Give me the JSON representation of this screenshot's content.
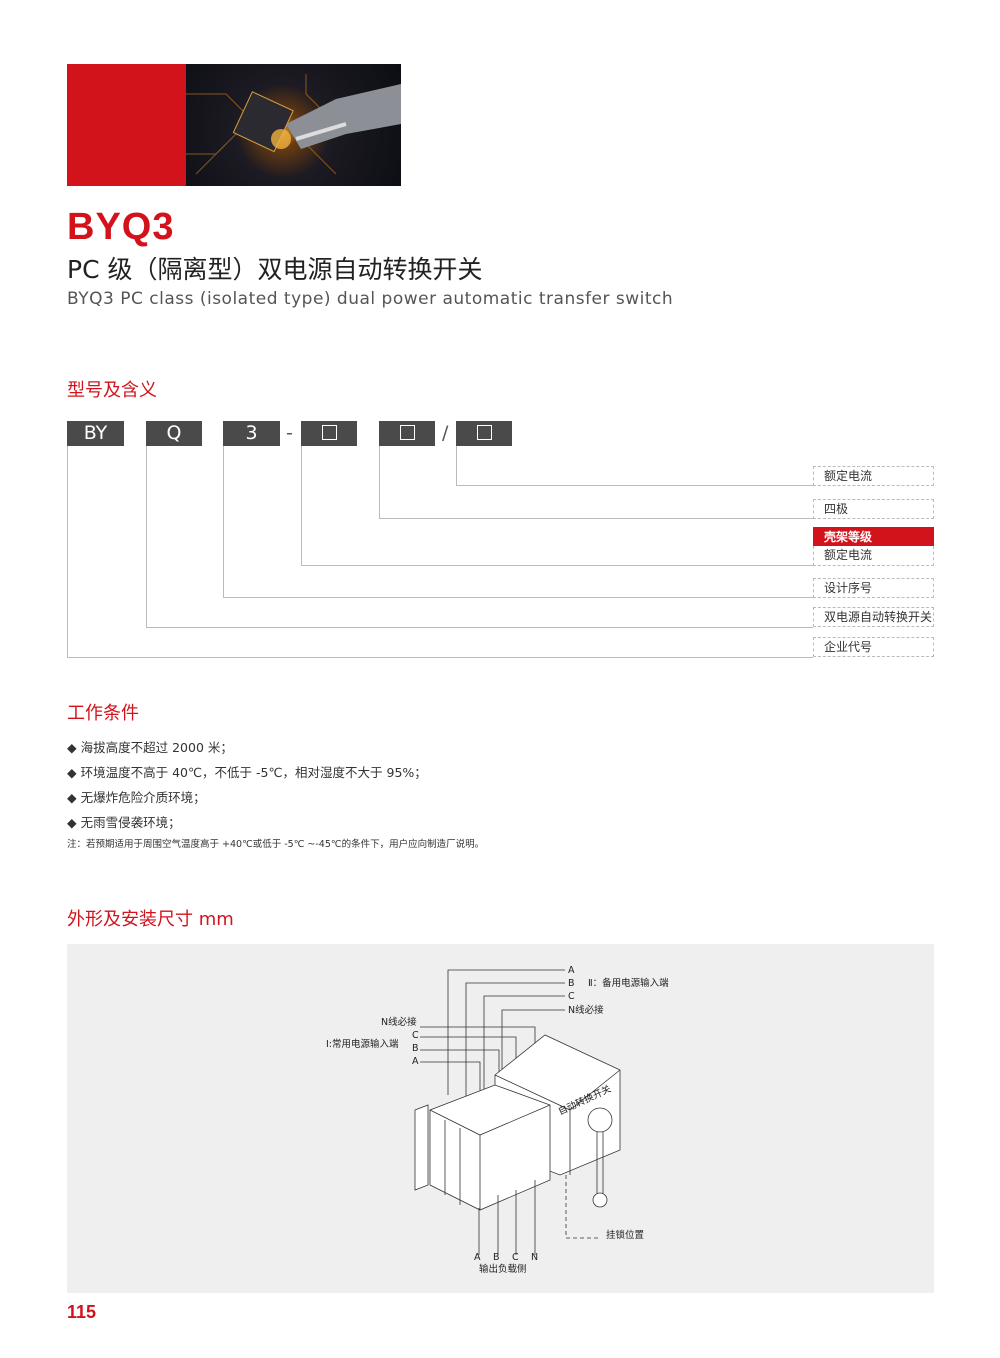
{
  "header": {
    "title": "BYQ3",
    "subtitle_cn": "PC 级（隔离型）双电源自动转换开关",
    "subtitle_en": "BYQ3 PC class (isolated type) dual power automatic transfer switch"
  },
  "model": {
    "heading": "型号及含义",
    "codes": [
      "BY",
      "Q",
      "3"
    ],
    "separators": [
      "-",
      "/"
    ],
    "labels": [
      "额定电流",
      "四极",
      "壳架等级",
      "额定电流",
      "设计序号",
      "双电源自动转换开关",
      "企业代号"
    ]
  },
  "conditions": {
    "heading": "工作条件",
    "items": [
      "海拔高度不超过 2000 米；",
      "环境温度不高于 40℃，不低于 -5℃，相对湿度不大于 95%；",
      "无爆炸危险介质环境；",
      "无雨雪侵袭环境；"
    ],
    "bullet": "◆",
    "note": "注：若预期适用于周围空气温度高于 +40℃或低于 -5℃ ~-45℃的条件下，用户应向制造厂说明。"
  },
  "dimensions": {
    "heading": "外形及安装尺寸 mm",
    "labels": {
      "backup_A": "A",
      "backup_B": "B",
      "backup_C": "C",
      "backup_N": "N线必接",
      "backup_title": "Ⅱ：备用电源输入端",
      "normal_N": "N线必接",
      "normal_C": "C",
      "normal_B": "B",
      "normal_A": "A",
      "normal_title": "Ⅰ:常用电源输入端",
      "device_text": "自动转换开关",
      "lock": "挂锁位置",
      "out_A": "A",
      "out_B": "B",
      "out_C": "C",
      "out_N": "N",
      "out_title": "输出负载侧"
    }
  },
  "page_number": "115",
  "colors": {
    "brand_red": "#d2131c",
    "code_box": "#4a4a4a"
  }
}
